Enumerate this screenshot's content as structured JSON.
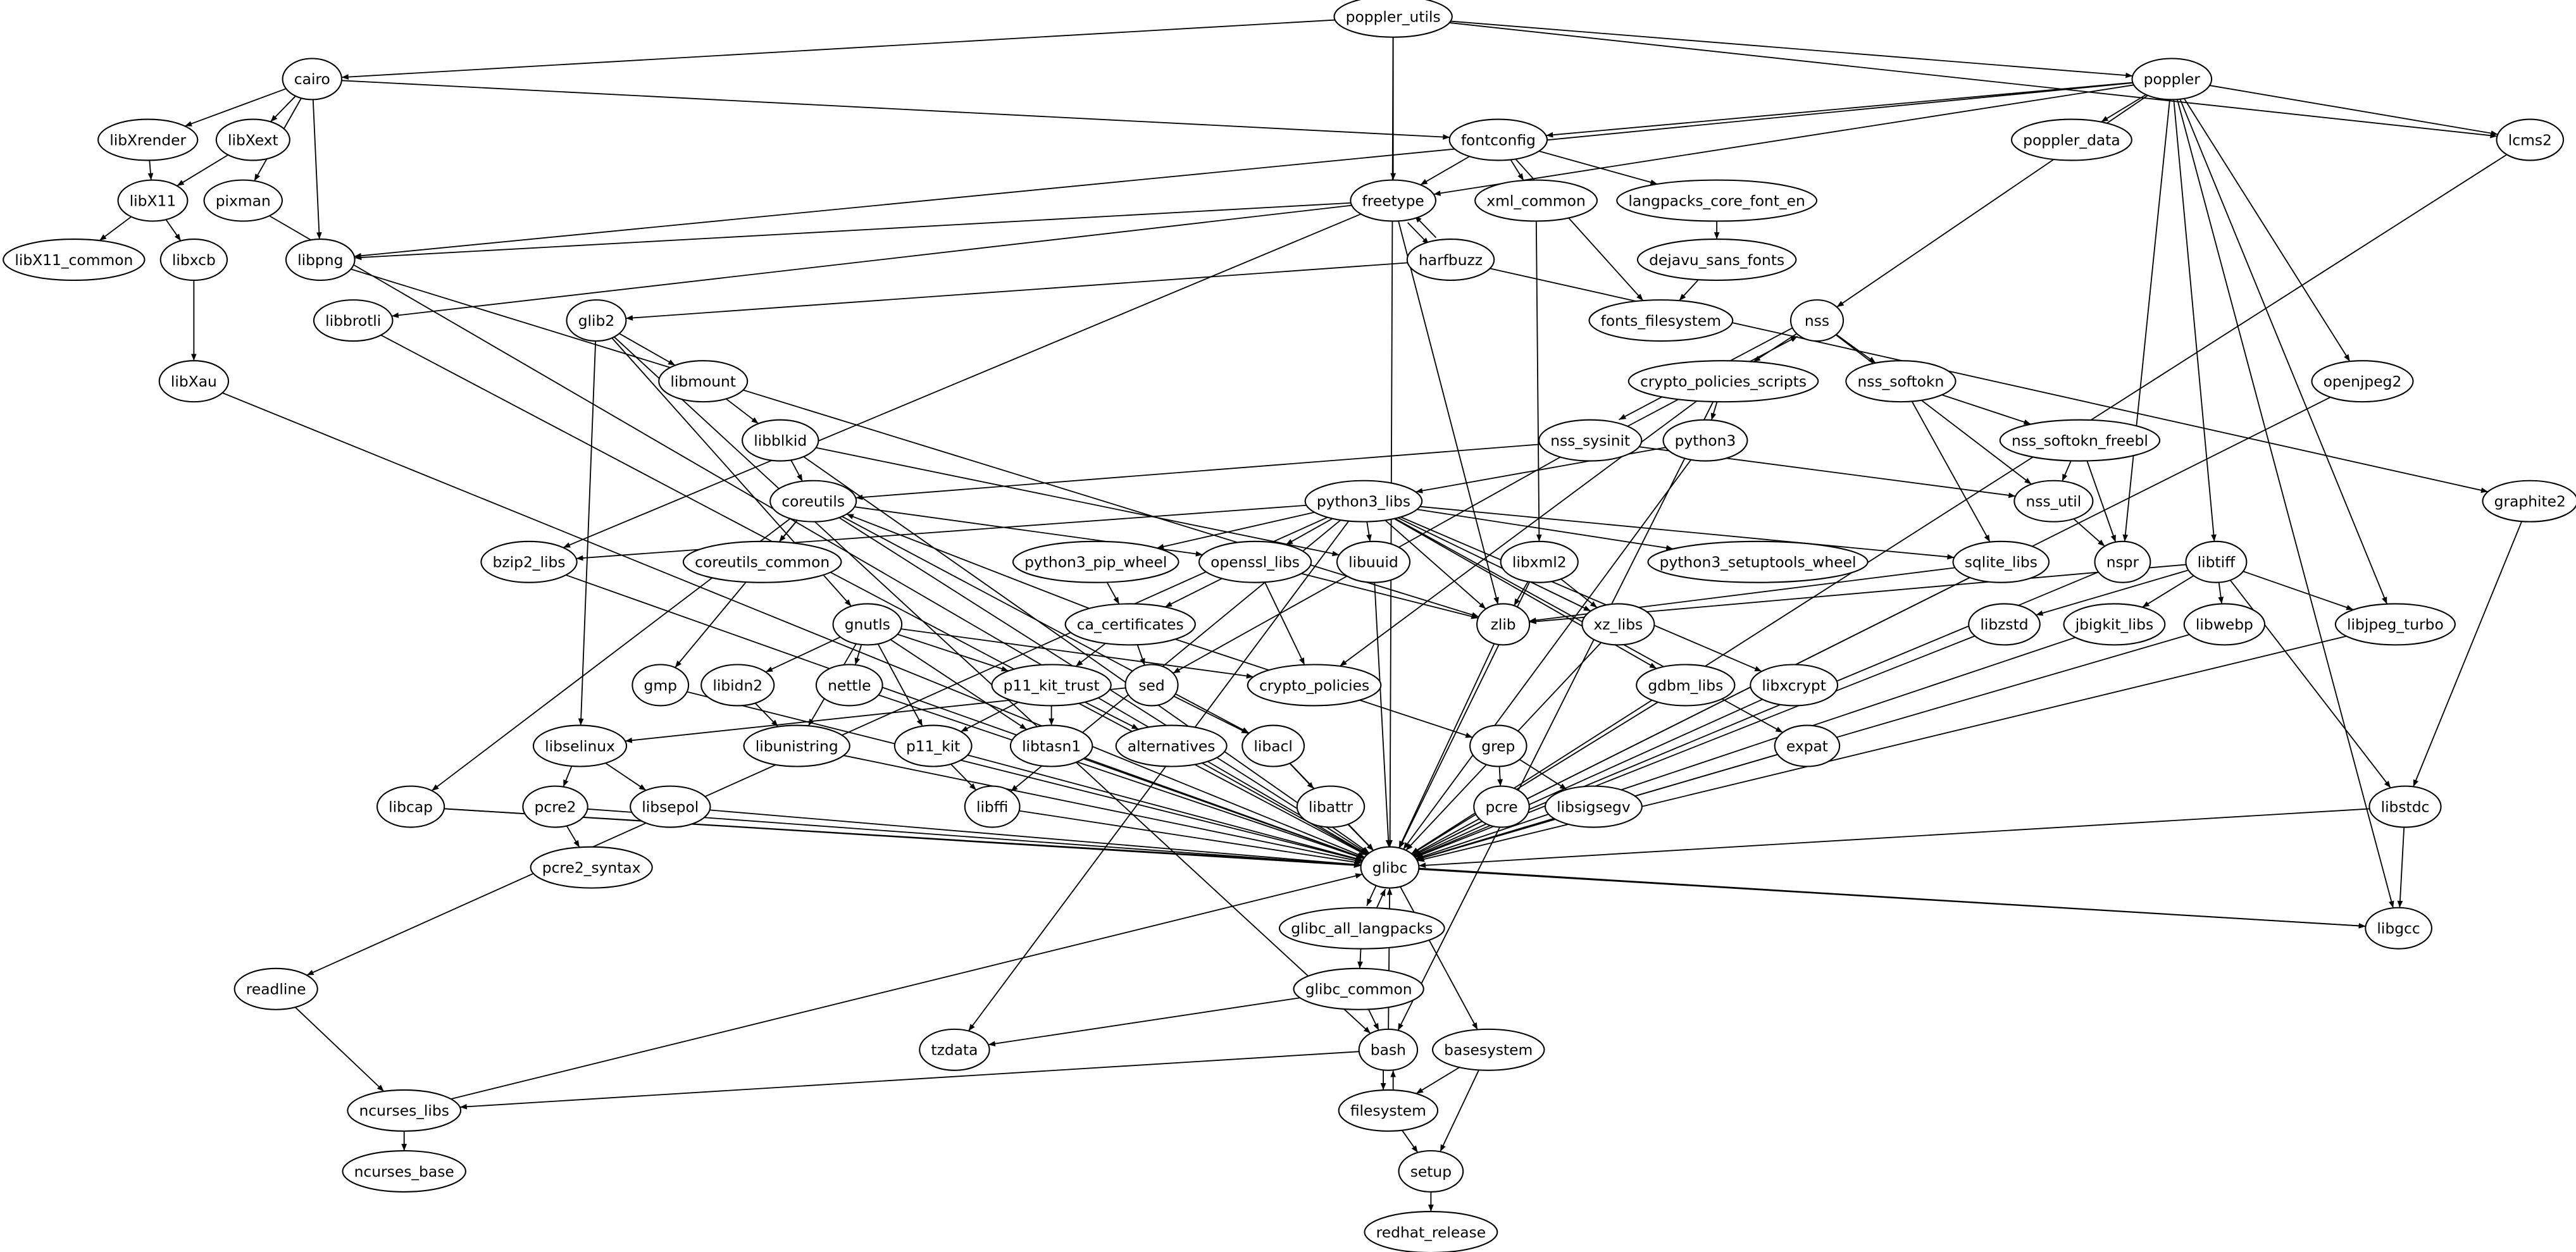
{
  "nodes": [
    "poppler_utils",
    "cairo",
    "poppler",
    "libXrender",
    "libXext",
    "fontconfig",
    "poppler_data",
    "lcms2",
    "libX11",
    "pixman",
    "freetype",
    "xml_common",
    "langpacks_core_font_en",
    "libX11_common",
    "libxcb",
    "libpng",
    "harfbuzz",
    "dejavu_sans_fonts",
    "libbrotli",
    "glib2",
    "fonts_filesystem",
    "nss",
    "libXau",
    "libmount",
    "crypto_policies_scripts",
    "nss_softokn",
    "openjpeg2",
    "libblkid",
    "nss_sysinit",
    "python3",
    "nss_softokn_freebl",
    "coreutils",
    "python3_libs",
    "nss_util",
    "graphite2",
    "bzip2_libs",
    "coreutils_common",
    "python3_pip_wheel",
    "openssl_libs",
    "libuuid",
    "libxml2",
    "python3_setuptools_wheel",
    "sqlite_libs",
    "nspr",
    "libtiff",
    "ca_certificates",
    "zlib",
    "xz_libs",
    "gnutls",
    "libzstd",
    "jbigkit_libs",
    "libwebp",
    "libjpeg_turbo",
    "gmp",
    "libidn2",
    "nettle",
    "p11_kit_trust",
    "sed",
    "crypto_policies",
    "gdbm_libs",
    "libxcrypt",
    "libselinux",
    "libunistring",
    "p11_kit",
    "libtasn1",
    "alternatives",
    "libacl",
    "grep",
    "expat",
    "libcap",
    "pcre2",
    "libsepol",
    "libffi",
    "libattr",
    "pcre",
    "libsigsegv",
    "libstdc",
    "glibc",
    "pcre2_syntax",
    "libgcc",
    "glibc_all_langpacks",
    "readline",
    "glibc_common",
    "bash",
    "tzdata",
    "basesystem",
    "ncurses_libs",
    "filesystem",
    "setup",
    "ncurses_base",
    "redhat_release"
  ],
  "edges": [
    [
      "poppler_utils",
      "cairo"
    ],
    [
      "poppler_utils",
      "freetype"
    ],
    [
      "poppler_utils",
      "poppler"
    ],
    [
      "poppler_utils",
      "lcms2"
    ],
    [
      "poppler_utils",
      "glibc"
    ],
    [
      "cairo",
      "libXrender"
    ],
    [
      "cairo",
      "libXext"
    ],
    [
      "cairo",
      "pixman"
    ],
    [
      "cairo",
      "libpng"
    ],
    [
      "cairo",
      "fontconfig"
    ],
    [
      "libXrender",
      "libX11"
    ],
    [
      "libXext",
      "libX11"
    ],
    [
      "libX11",
      "libX11_common"
    ],
    [
      "libX11",
      "libxcb"
    ],
    [
      "libxcb",
      "libXau"
    ],
    [
      "libXau",
      "glibc"
    ],
    [
      "pixman",
      "glibc"
    ],
    [
      "poppler",
      "fontconfig"
    ],
    [
      "poppler",
      "poppler_data"
    ],
    [
      "poppler",
      "lcms2"
    ],
    [
      "poppler",
      "freetype"
    ],
    [
      "poppler",
      "libpng"
    ],
    [
      "poppler",
      "nss"
    ],
    [
      "poppler",
      "nspr"
    ],
    [
      "poppler",
      "libtiff"
    ],
    [
      "poppler",
      "openjpeg2"
    ],
    [
      "poppler",
      "libjpeg_turbo"
    ],
    [
      "poppler",
      "libgcc"
    ],
    [
      "fontconfig",
      "freetype"
    ],
    [
      "fontconfig",
      "xml_common"
    ],
    [
      "fontconfig",
      "langpacks_core_font_en"
    ],
    [
      "fontconfig",
      "fonts_filesystem"
    ],
    [
      "freetype",
      "libpng"
    ],
    [
      "freetype",
      "harfbuzz"
    ],
    [
      "freetype",
      "libbrotli"
    ],
    [
      "freetype",
      "bzip2_libs"
    ],
    [
      "freetype",
      "zlib"
    ],
    [
      "harfbuzz",
      "freetype"
    ],
    [
      "harfbuzz",
      "glib2"
    ],
    [
      "harfbuzz",
      "graphite2"
    ],
    [
      "langpacks_core_font_en",
      "dejavu_sans_fonts"
    ],
    [
      "dejavu_sans_fonts",
      "fonts_filesystem"
    ],
    [
      "xml_common",
      "libxml2"
    ],
    [
      "libpng",
      "zlib"
    ],
    [
      "libbrotli",
      "glibc"
    ],
    [
      "glib2",
      "libmount"
    ],
    [
      "glib2",
      "libselinux"
    ],
    [
      "glib2",
      "gnutls"
    ],
    [
      "glib2",
      "bash"
    ],
    [
      "libmount",
      "libblkid"
    ],
    [
      "libblkid",
      "coreutils"
    ],
    [
      "libblkid",
      "libuuid"
    ],
    [
      "libblkid",
      "glibc"
    ],
    [
      "nss",
      "crypto_policies_scripts"
    ],
    [
      "nss",
      "nss_softokn"
    ],
    [
      "nss",
      "nss_util"
    ],
    [
      "nss",
      "nss_sysinit"
    ],
    [
      "nss_sysinit",
      "nss"
    ],
    [
      "nss_sysinit",
      "coreutils"
    ],
    [
      "nss_sysinit",
      "nss_util"
    ],
    [
      "nss_sysinit",
      "sed"
    ],
    [
      "crypto_policies_scripts",
      "python3"
    ],
    [
      "crypto_policies_scripts",
      "crypto_policies"
    ],
    [
      "crypto_policies_scripts",
      "bash"
    ],
    [
      "nss_softokn",
      "nss_softokn_freebl"
    ],
    [
      "nss_softokn",
      "sqlite_libs"
    ],
    [
      "nss_softokn_freebl",
      "nss_util"
    ],
    [
      "nss_softokn_freebl",
      "nspr"
    ],
    [
      "nss_util",
      "nspr"
    ],
    [
      "python3",
      "python3_libs"
    ],
    [
      "python3",
      "glibc"
    ],
    [
      "python3_libs",
      "python3_pip_wheel"
    ],
    [
      "python3_libs",
      "openssl_libs"
    ],
    [
      "python3_libs",
      "libuuid"
    ],
    [
      "python3_libs",
      "bzip2_libs"
    ],
    [
      "python3_libs",
      "readline"
    ],
    [
      "python3_libs",
      "tzdata"
    ],
    [
      "python3_libs",
      "libffi"
    ],
    [
      "python3_libs",
      "sqlite_libs"
    ],
    [
      "python3_libs",
      "xz_libs"
    ],
    [
      "python3_libs",
      "python3_setuptools_wheel"
    ],
    [
      "python3_libs",
      "gdbm_libs"
    ],
    [
      "python3_libs",
      "libxcrypt"
    ],
    [
      "python3_libs",
      "expat"
    ],
    [
      "python3_libs",
      "zlib"
    ],
    [
      "coreutils",
      "coreutils_common"
    ],
    [
      "coreutils",
      "openssl_libs"
    ],
    [
      "coreutils",
      "gmp"
    ],
    [
      "coreutils",
      "libcap"
    ],
    [
      "coreutils",
      "libacl"
    ],
    [
      "coreutils",
      "glibc"
    ],
    [
      "openssl_libs",
      "ca_certificates"
    ],
    [
      "openssl_libs",
      "crypto_policies"
    ],
    [
      "openssl_libs",
      "zlib"
    ],
    [
      "python3_pip_wheel",
      "ca_certificates"
    ],
    [
      "ca_certificates",
      "coreutils"
    ],
    [
      "ca_certificates",
      "p11_kit_trust"
    ],
    [
      "ca_certificates",
      "sed"
    ],
    [
      "ca_certificates",
      "grep"
    ],
    [
      "gnutls",
      "libidn2"
    ],
    [
      "gnutls",
      "nettle"
    ],
    [
      "gnutls",
      "p11_kit_trust"
    ],
    [
      "gnutls",
      "libunistring"
    ],
    [
      "gnutls",
      "p11_kit"
    ],
    [
      "gnutls",
      "libtasn1"
    ],
    [
      "gnutls",
      "crypto_policies"
    ],
    [
      "libidn2",
      "libunistring"
    ],
    [
      "p11_kit_trust",
      "p11_kit"
    ],
    [
      "p11_kit_trust",
      "libtasn1"
    ],
    [
      "p11_kit_trust",
      "alternatives"
    ],
    [
      "sed",
      "libselinux"
    ],
    [
      "sed",
      "libacl"
    ],
    [
      "p11_kit",
      "libffi"
    ],
    [
      "libselinux",
      "pcre2"
    ],
    [
      "libselinux",
      "libsepol"
    ],
    [
      "pcre2",
      "pcre2_syntax"
    ],
    [
      "libacl",
      "libattr"
    ],
    [
      "grep",
      "pcre"
    ],
    [
      "grep",
      "libsigsegv"
    ],
    [
      "libxml2",
      "zlib"
    ],
    [
      "libxml2",
      "xz_libs"
    ],
    [
      "libxml2",
      "glibc"
    ],
    [
      "libtiff",
      "zlib"
    ],
    [
      "libtiff",
      "libzstd"
    ],
    [
      "libtiff",
      "jbigkit_libs"
    ],
    [
      "libtiff",
      "libwebp"
    ],
    [
      "libtiff",
      "libjpeg_turbo"
    ],
    [
      "libtiff",
      "libstdc"
    ],
    [
      "graphite2",
      "libstdc"
    ],
    [
      "libstdc",
      "libgcc"
    ],
    [
      "libstdc",
      "glibc"
    ],
    [
      "lcms2",
      "glibc"
    ],
    [
      "sqlite_libs",
      "zlib"
    ],
    [
      "sqlite_libs",
      "glibc"
    ],
    [
      "openjpeg2",
      "glibc"
    ],
    [
      "gmp",
      "glibc"
    ],
    [
      "nettle",
      "glibc"
    ],
    [
      "libunistring",
      "glibc"
    ],
    [
      "libtasn1",
      "glibc"
    ],
    [
      "alternatives",
      "glibc"
    ],
    [
      "libacl",
      "glibc"
    ],
    [
      "libattr",
      "glibc"
    ],
    [
      "pcre",
      "glibc"
    ],
    [
      "libsigsegv",
      "glibc"
    ],
    [
      "libffi",
      "glibc"
    ],
    [
      "libsepol",
      "glibc"
    ],
    [
      "pcre2",
      "glibc"
    ],
    [
      "zlib",
      "glibc"
    ],
    [
      "xz_libs",
      "glibc"
    ],
    [
      "gdbm_libs",
      "glibc"
    ],
    [
      "libxcrypt",
      "glibc"
    ],
    [
      "expat",
      "glibc"
    ],
    [
      "libzstd",
      "glibc"
    ],
    [
      "jbigkit_libs",
      "glibc"
    ],
    [
      "libwebp",
      "glibc"
    ],
    [
      "libjpeg_turbo",
      "glibc"
    ],
    [
      "nspr",
      "glibc"
    ],
    [
      "libuuid",
      "glibc"
    ],
    [
      "bzip2_libs",
      "glibc"
    ],
    [
      "p11_kit",
      "glibc"
    ],
    [
      "libcap",
      "glibc"
    ],
    [
      "libcap",
      "libgcc"
    ],
    [
      "glibc",
      "libgcc"
    ],
    [
      "glibc",
      "glibc_all_langpacks"
    ],
    [
      "glibc",
      "basesystem"
    ],
    [
      "glibc_all_langpacks",
      "glibc"
    ],
    [
      "glibc_all_langpacks",
      "glibc_common"
    ],
    [
      "glibc_common",
      "tzdata"
    ],
    [
      "glibc_common",
      "bash"
    ],
    [
      "bash",
      "filesystem"
    ],
    [
      "bash",
      "ncurses_libs"
    ],
    [
      "bash",
      "glibc"
    ],
    [
      "filesystem",
      "bash"
    ],
    [
      "filesystem",
      "setup"
    ],
    [
      "basesystem",
      "filesystem"
    ],
    [
      "basesystem",
      "setup"
    ],
    [
      "setup",
      "redhat_release"
    ],
    [
      "readline",
      "ncurses_libs"
    ],
    [
      "ncurses_libs",
      "ncurses_base"
    ],
    [
      "ncurses_libs",
      "glibc"
    ]
  ]
}
